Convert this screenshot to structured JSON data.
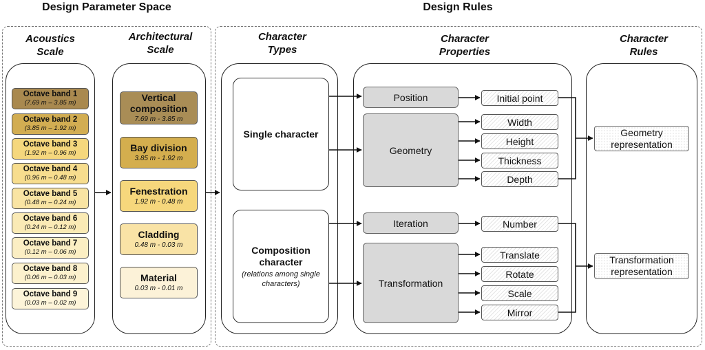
{
  "headings": {
    "parameter_space": "Design Parameter Space",
    "design_rules": "Design Rules"
  },
  "columns": {
    "acoustics": [
      "Acoustics",
      "Scale"
    ],
    "architectural": [
      "Architectural",
      "Scale"
    ],
    "character_types": [
      "Character",
      "Types"
    ],
    "character_properties": [
      "Character",
      "Properties"
    ],
    "character_rules": [
      "Character",
      "Rules"
    ]
  },
  "octave_bands": [
    {
      "label": "Octave band 1",
      "range": "(7.69 m – 3.85 m)",
      "color": "#a9894f"
    },
    {
      "label": "Octave band 2",
      "range": "(3.85 m – 1.92 m)",
      "color": "#d2ad52"
    },
    {
      "label": "Octave band 3",
      "range": "(1.92 m – 0.96 m)",
      "color": "#f5d77d"
    },
    {
      "label": "Octave band 4",
      "range": "(0.96 m – 0.48 m)",
      "color": "#f7dd8e"
    },
    {
      "label": "Octave band 5",
      "range": "(0.48 m – 0.24 m)",
      "color": "#f9e4a3"
    },
    {
      "label": "Octave band 6",
      "range": "(0.24 m – 0.12 m)",
      "color": "#faeab5"
    },
    {
      "label": "Octave band 7",
      "range": "(0.12 m – 0.06 m)",
      "color": "#fbeec3"
    },
    {
      "label": "Octave band 8",
      "range": "(0.06 m – 0.03 m)",
      "color": "#fcf1cd"
    },
    {
      "label": "Octave band 9",
      "range": "(0.03 m – 0.02 m)",
      "color": "#fdf4d9"
    }
  ],
  "arch_scales": [
    {
      "label": "Vertical composition",
      "range": "7.69 m - 3.85 m",
      "color": "#a98d56"
    },
    {
      "label": "Bay division",
      "range": "3.85 m - 1.92 m",
      "color": "#d4ae4e"
    },
    {
      "label": "Fenestration",
      "range": "1.92 m - 0.48 m",
      "color": "#f6d77c"
    },
    {
      "label": "Cladding",
      "range": "0.48 m - 0.03 m",
      "color": "#f9e3a6"
    },
    {
      "label": "Material",
      "range": "0.03 m - 0.01 m",
      "color": "#fcf2d8"
    }
  ],
  "character_types": {
    "single": "Single character",
    "composition": "Composition character",
    "composition_note": "(relations among single characters)"
  },
  "properties": {
    "position": "Position",
    "geometry": "Geometry",
    "iteration": "Iteration",
    "transformation": "Transformation"
  },
  "attributes": {
    "initial_point": "Initial point",
    "width": "Width",
    "height": "Height",
    "thickness": "Thickness",
    "depth": "Depth",
    "number": "Number",
    "translate": "Translate",
    "rotate": "Rotate",
    "scale": "Scale",
    "mirror": "Mirror"
  },
  "rules": {
    "geometry": [
      "Geometry",
      "representation"
    ],
    "transformation": [
      "Transformation",
      "representation"
    ]
  }
}
